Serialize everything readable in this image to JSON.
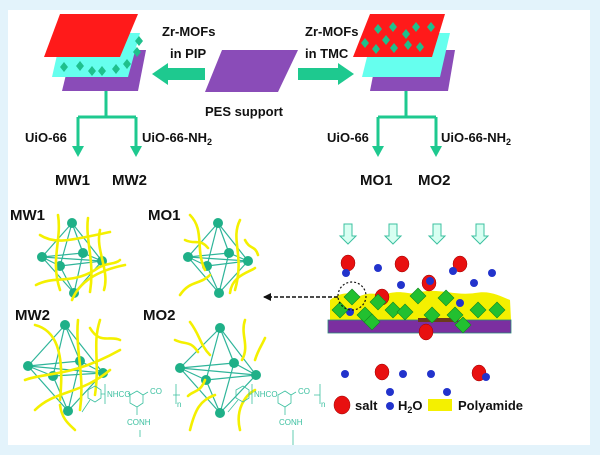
{
  "top": {
    "left_process": {
      "line1": "Zr-MOFs",
      "line2": "in PIP"
    },
    "right_process": {
      "line1": "Zr-MOFs",
      "line2": "in TMC"
    },
    "support_label": "PES support",
    "left_tree": {
      "branch_a": "UiO-66",
      "branch_b": "UiO-66-NH",
      "branch_b_sub": "2",
      "out_a": "MW1",
      "out_b": "MW2"
    },
    "right_tree": {
      "branch_a": "UiO-66",
      "branch_b": "UiO-66-NH",
      "branch_b_sub": "2",
      "out_a": "MO1",
      "out_b": "MO2"
    }
  },
  "structures": {
    "mw1": "MW1",
    "mo1": "MO1",
    "mw2": "MW2",
    "mo2": "MO2",
    "chem": {
      "nhco": "NHCO",
      "co": "CO",
      "n": "n",
      "conh": "CONH"
    }
  },
  "legend": {
    "salt": "salt",
    "water_h": "H",
    "water_sub": "2",
    "water_o": "O",
    "polyamide": "Polyamide"
  },
  "colors": {
    "tmc_layer": "#ff1a1a",
    "pip_layer": "#66ffee",
    "pes_support": "#8a4cb8",
    "mof": "#1fc08c",
    "polyamide": "#f4f000",
    "salt": "#e81010",
    "water": "#2233cc",
    "arrow": "#1ec98f"
  }
}
